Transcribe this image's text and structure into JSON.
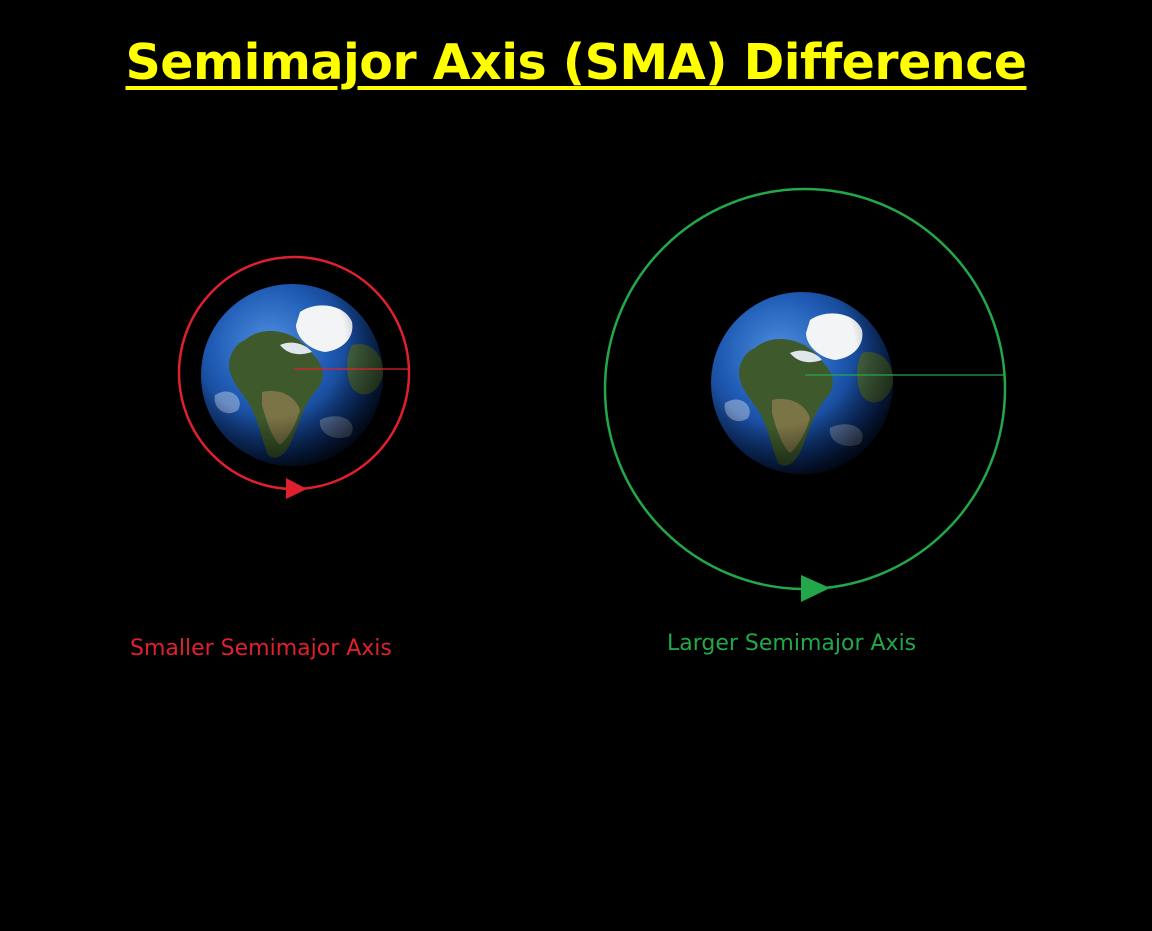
{
  "title": "Semimajor Axis (SMA) Difference",
  "colors": {
    "background": "#000000",
    "title": "#ffff00",
    "small_orbit": "#e0202e",
    "large_orbit": "#22a84a"
  },
  "orbits": [
    {
      "label": "Smaller Semimajor Axis",
      "color_key": "small_orbit",
      "relative_size": "smaller"
    },
    {
      "label": "Larger Semimajor Axis",
      "color_key": "large_orbit",
      "relative_size": "larger"
    }
  ],
  "central_body_icon": "earth-globe-icon",
  "direction_marker_icon": "arrowhead-icon"
}
